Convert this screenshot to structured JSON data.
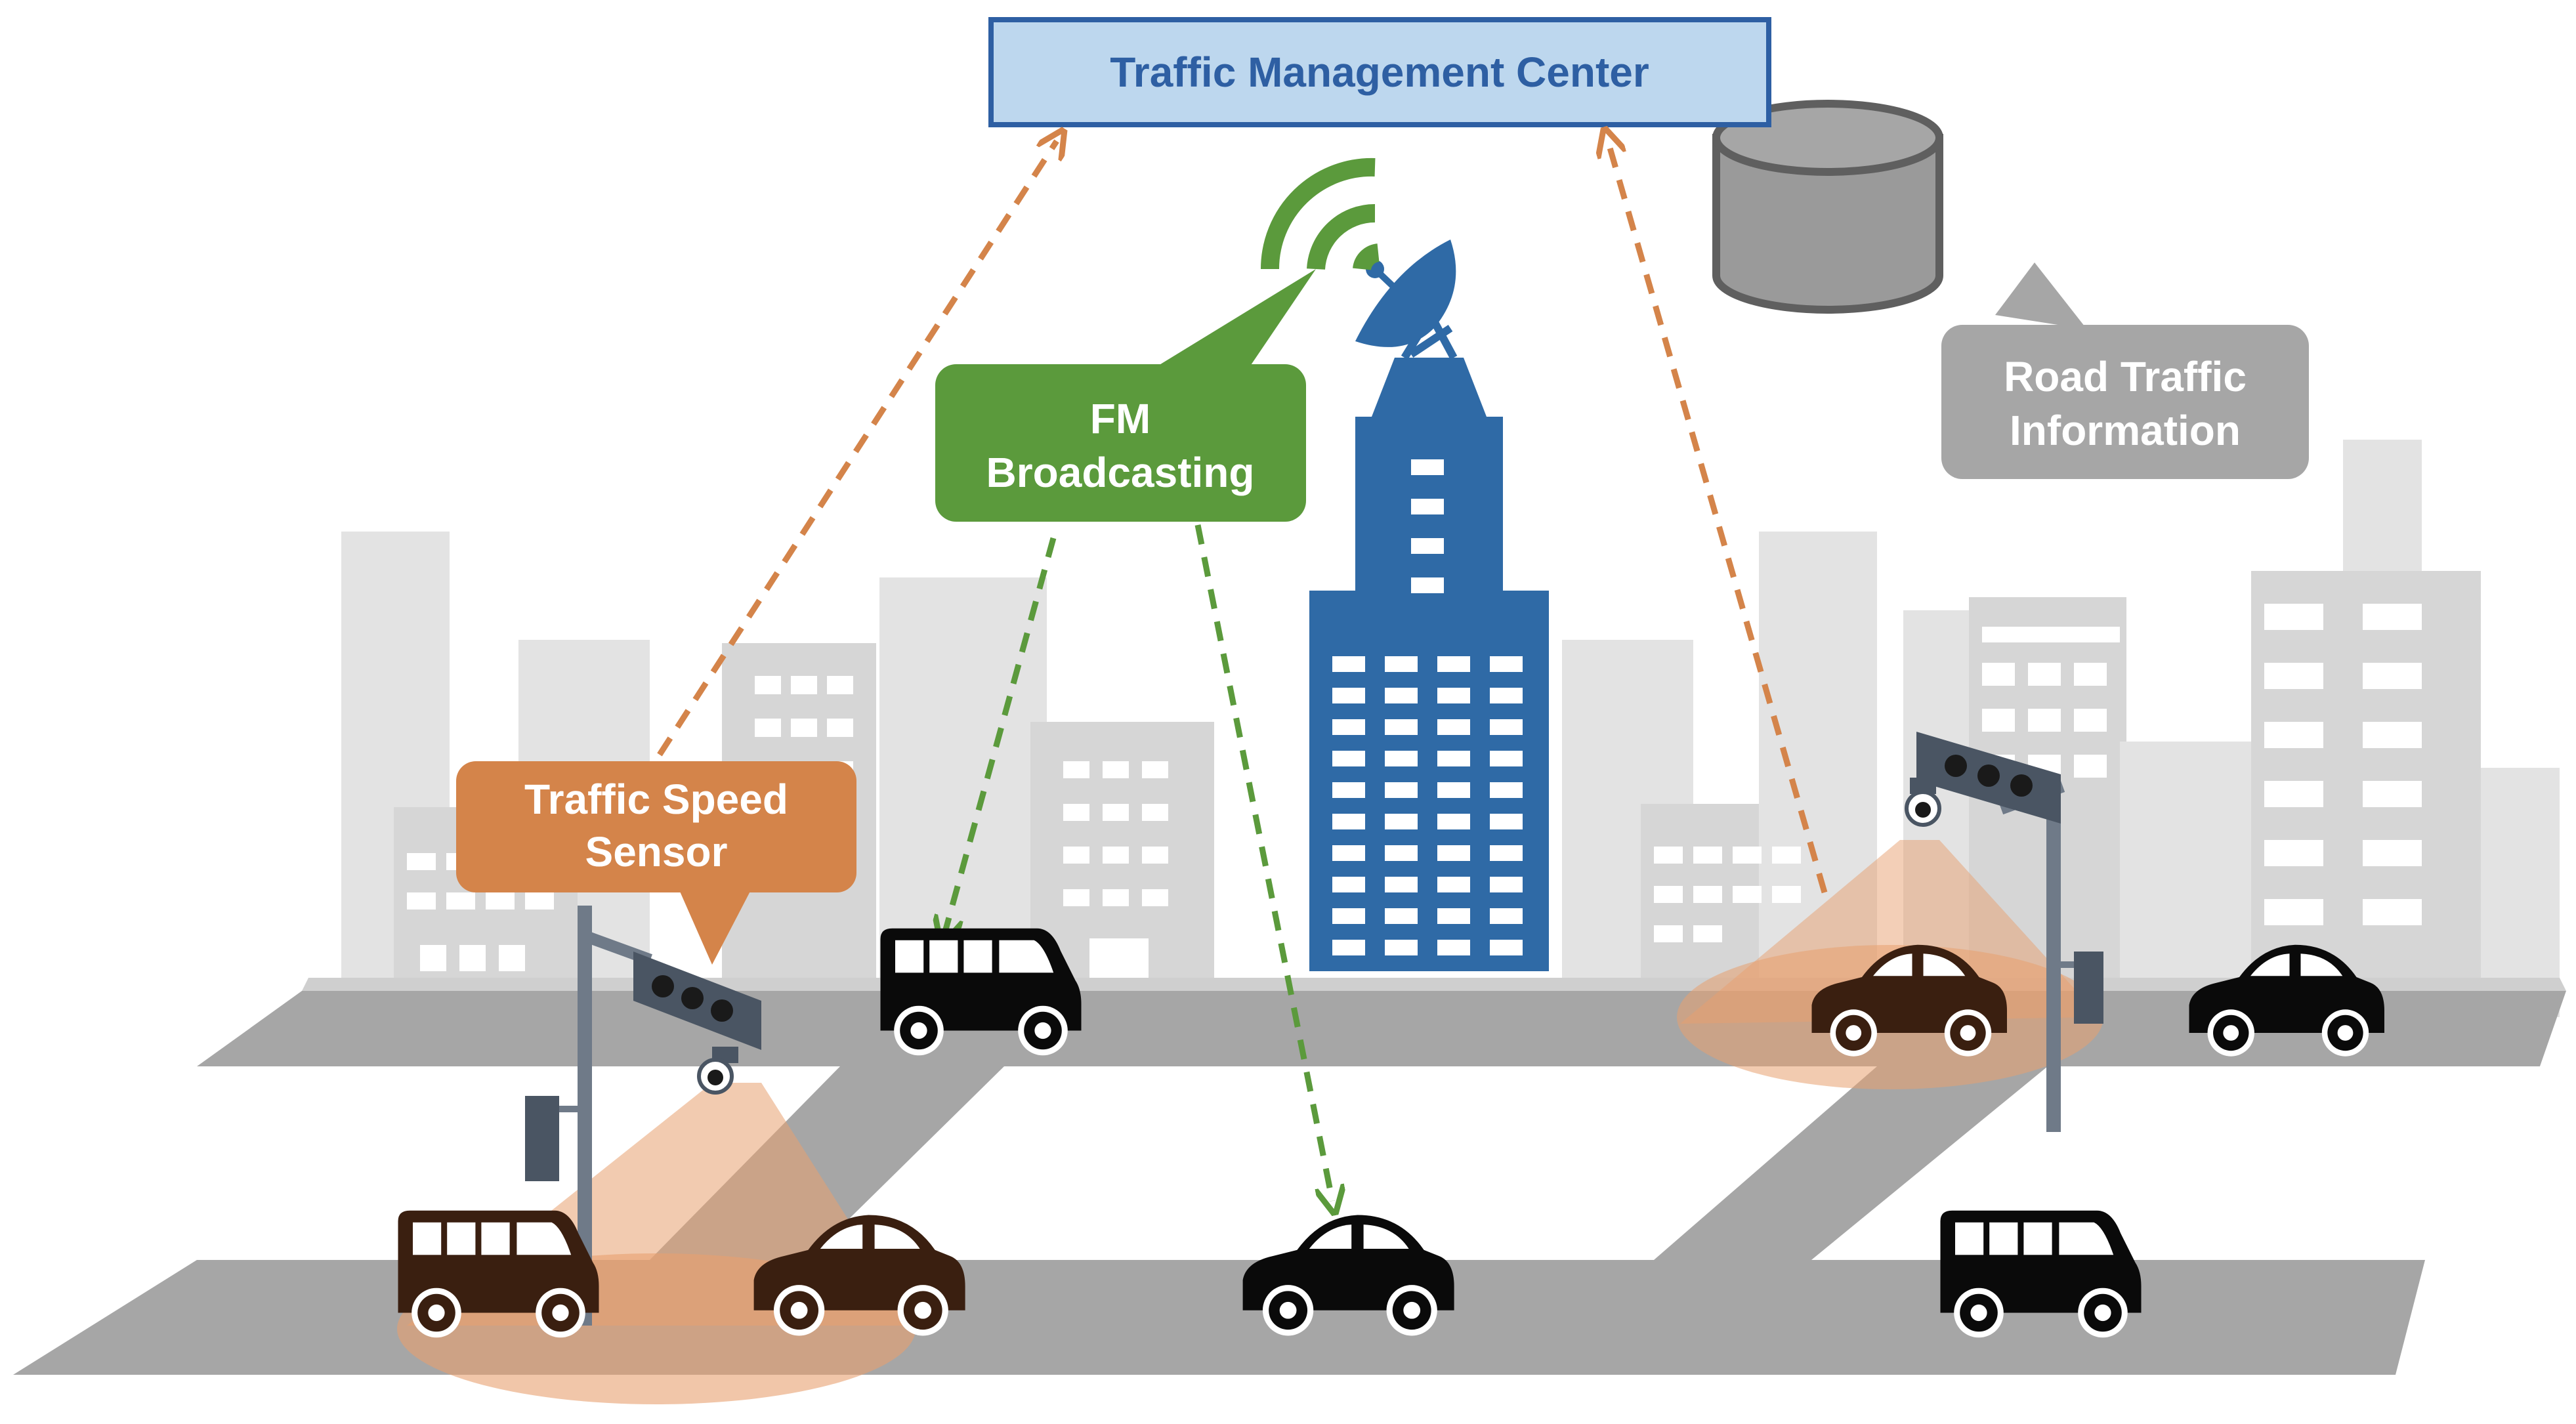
{
  "labels": {
    "tmc": "Traffic Management Center",
    "fm_line1": "FM",
    "fm_line2": "Broadcasting",
    "road_line1": "Road Traffic",
    "road_line2": "Information",
    "sensor_line1": "Traffic Speed",
    "sensor_line2": "Sensor"
  },
  "colors": {
    "tmc_fill": "#bdd7ee",
    "tmc_border": "#2e5fa3",
    "tmc_text": "#2e5fa3",
    "fm_green": "#5b9a3c",
    "sensor_orange": "#d4844a",
    "road_gray": "#a6a6a6",
    "building_blue": "#2f6aa6",
    "car_black": "#0a0a0a",
    "cone_orange": "#e8a070"
  },
  "icons": [
    "database-icon",
    "wifi-signal-icon",
    "satellite-dish-icon",
    "camera-icon",
    "traffic-light-icon",
    "car-icon"
  ]
}
